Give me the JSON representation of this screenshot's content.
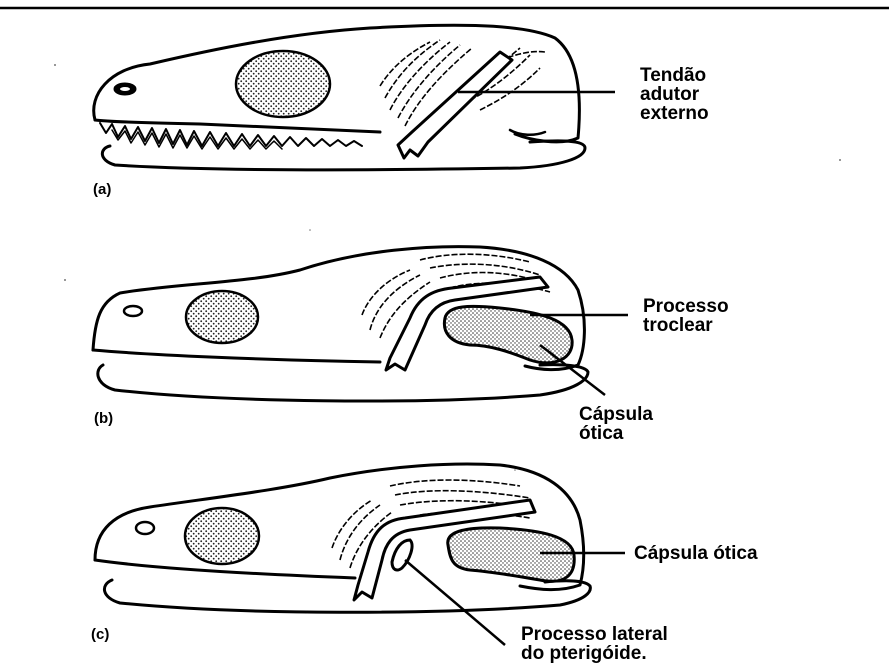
{
  "panels": [
    {
      "tag": "(a)",
      "labels": [
        {
          "lines": [
            "Tendão",
            "adutor",
            "externo"
          ]
        }
      ]
    },
    {
      "tag": "(b)",
      "labels": [
        {
          "lines": [
            "Processo",
            "troclear"
          ]
        },
        {
          "lines": [
            "Cápsula",
            "ótica"
          ]
        }
      ]
    },
    {
      "tag": "(c)",
      "labels": [
        {
          "lines": [
            "Cápsula ótica"
          ]
        },
        {
          "lines": [
            "Processo lateral",
            "do pterigóide."
          ]
        }
      ]
    }
  ]
}
